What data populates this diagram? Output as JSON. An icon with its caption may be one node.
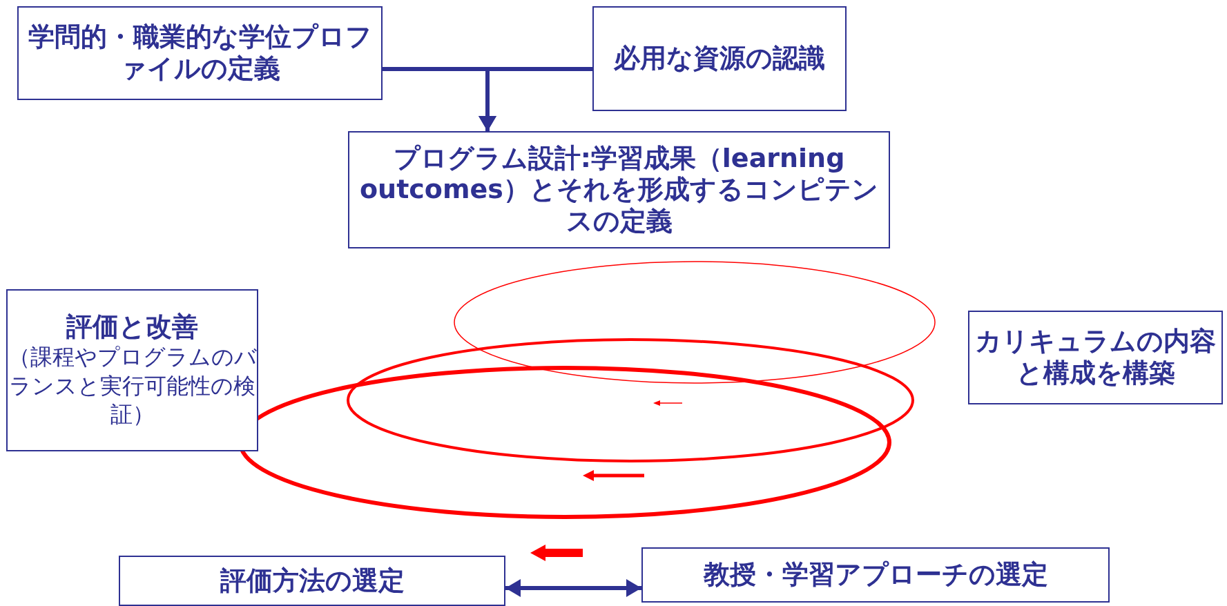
{
  "diagram": {
    "nodes": [
      {
        "text": [
          "学問的・職業的な学位プロファイルの定義"
        ]
      },
      {
        "text": [
          "必用な資源の認識"
        ]
      },
      {
        "text": [
          "プログラム設計:学習成果（learning outcomes）とそれを形成するコンピテンスの定義"
        ]
      },
      {
        "text": [
          "評価と改善",
          "（課程やプログラムのバランスと実行可能性の検証）"
        ]
      },
      {
        "text": [
          "カリキュラムの内容と構成を構築"
        ]
      },
      {
        "text": [
          "評価方法の選定"
        ]
      },
      {
        "text": [
          "教授・学習アプローチの選定"
        ]
      }
    ],
    "edges": [
      {
        "from": 0,
        "to": 2,
        "arrow": "to"
      },
      {
        "from": 1,
        "to": 2,
        "arrow": "to"
      },
      {
        "from": 5,
        "to": 6,
        "arrow": "both"
      }
    ]
  }
}
